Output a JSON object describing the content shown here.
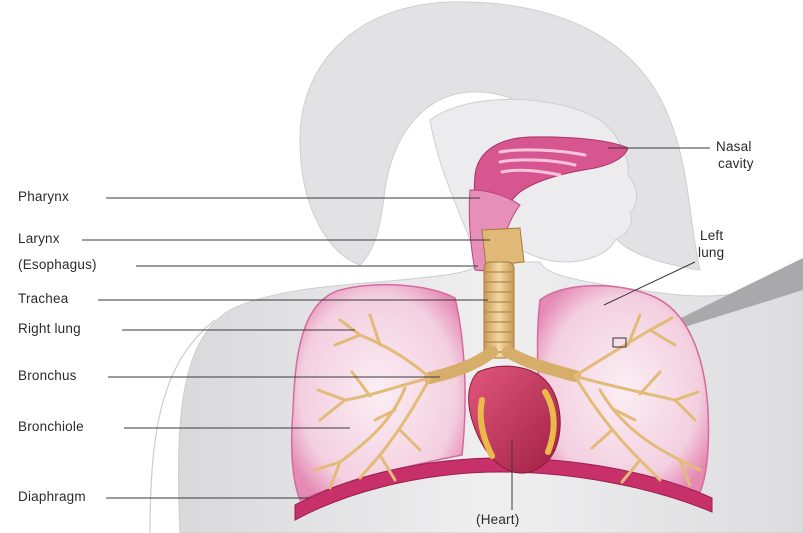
{
  "diagram": {
    "labels": {
      "pharynx": "Pharynx",
      "larynx": "Larynx",
      "esophagus": "(Esophagus)",
      "trachea": "Trachea",
      "right_lung": "Right lung",
      "bronchus": "Bronchus",
      "bronchiole": "Bronchiole",
      "diaphragm": "Diaphragm",
      "heart": "(Heart)",
      "nasal_cavity_line1": "Nasal",
      "nasal_cavity_line2": "cavity",
      "left_lung_line1": "Left",
      "left_lung_line2": "lung"
    },
    "colors": {
      "body_fill": "#e9e9ea",
      "body_outline": "#c9c9cb",
      "lung_fill": "#f4d6e6",
      "lung_edge": "#d56a9e",
      "airway": "#e8c890",
      "airway_dark": "#c99a55",
      "heart": "#c9305a",
      "diaphragm": "#c8306a",
      "nasal": "#c2407a"
    }
  }
}
